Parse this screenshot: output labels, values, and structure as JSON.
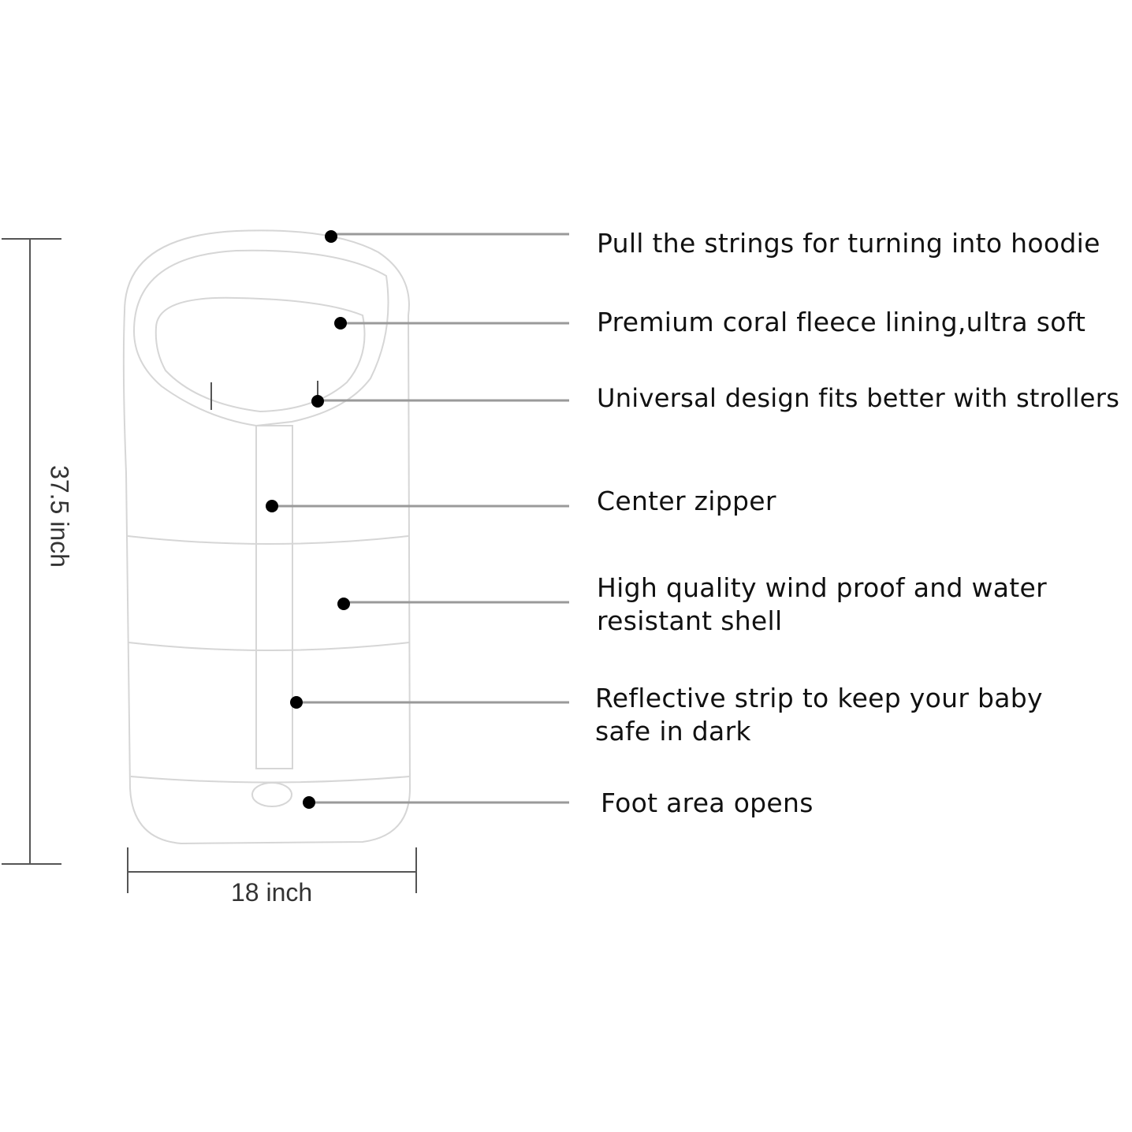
{
  "dimensions": {
    "height": "37.5 inch",
    "width": "18 inch"
  },
  "callouts": [
    {
      "id": "hoodie-strings",
      "lines": [
        "Pull the strings for turning into hoodie"
      ]
    },
    {
      "id": "fleece-lining",
      "lines": [
        "Premium coral fleece lining,ultra soft"
      ]
    },
    {
      "id": "universal-design",
      "lines": [
        "Universal design fits better with strollers"
      ]
    },
    {
      "id": "center-zipper",
      "lines": [
        "Center zipper"
      ]
    },
    {
      "id": "shell",
      "lines": [
        "High quality wind proof and water",
        "resistant shell"
      ]
    },
    {
      "id": "reflective-strip",
      "lines": [
        "Reflective strip to keep your baby",
        "safe  in dark"
      ]
    },
    {
      "id": "foot-area",
      "lines": [
        "Foot area opens"
      ]
    }
  ],
  "colors": {
    "outline": "#d6d6d6",
    "leader": "#9a9a9a",
    "dot": "#000000",
    "text": "#111111",
    "dimension": "#555555"
  }
}
